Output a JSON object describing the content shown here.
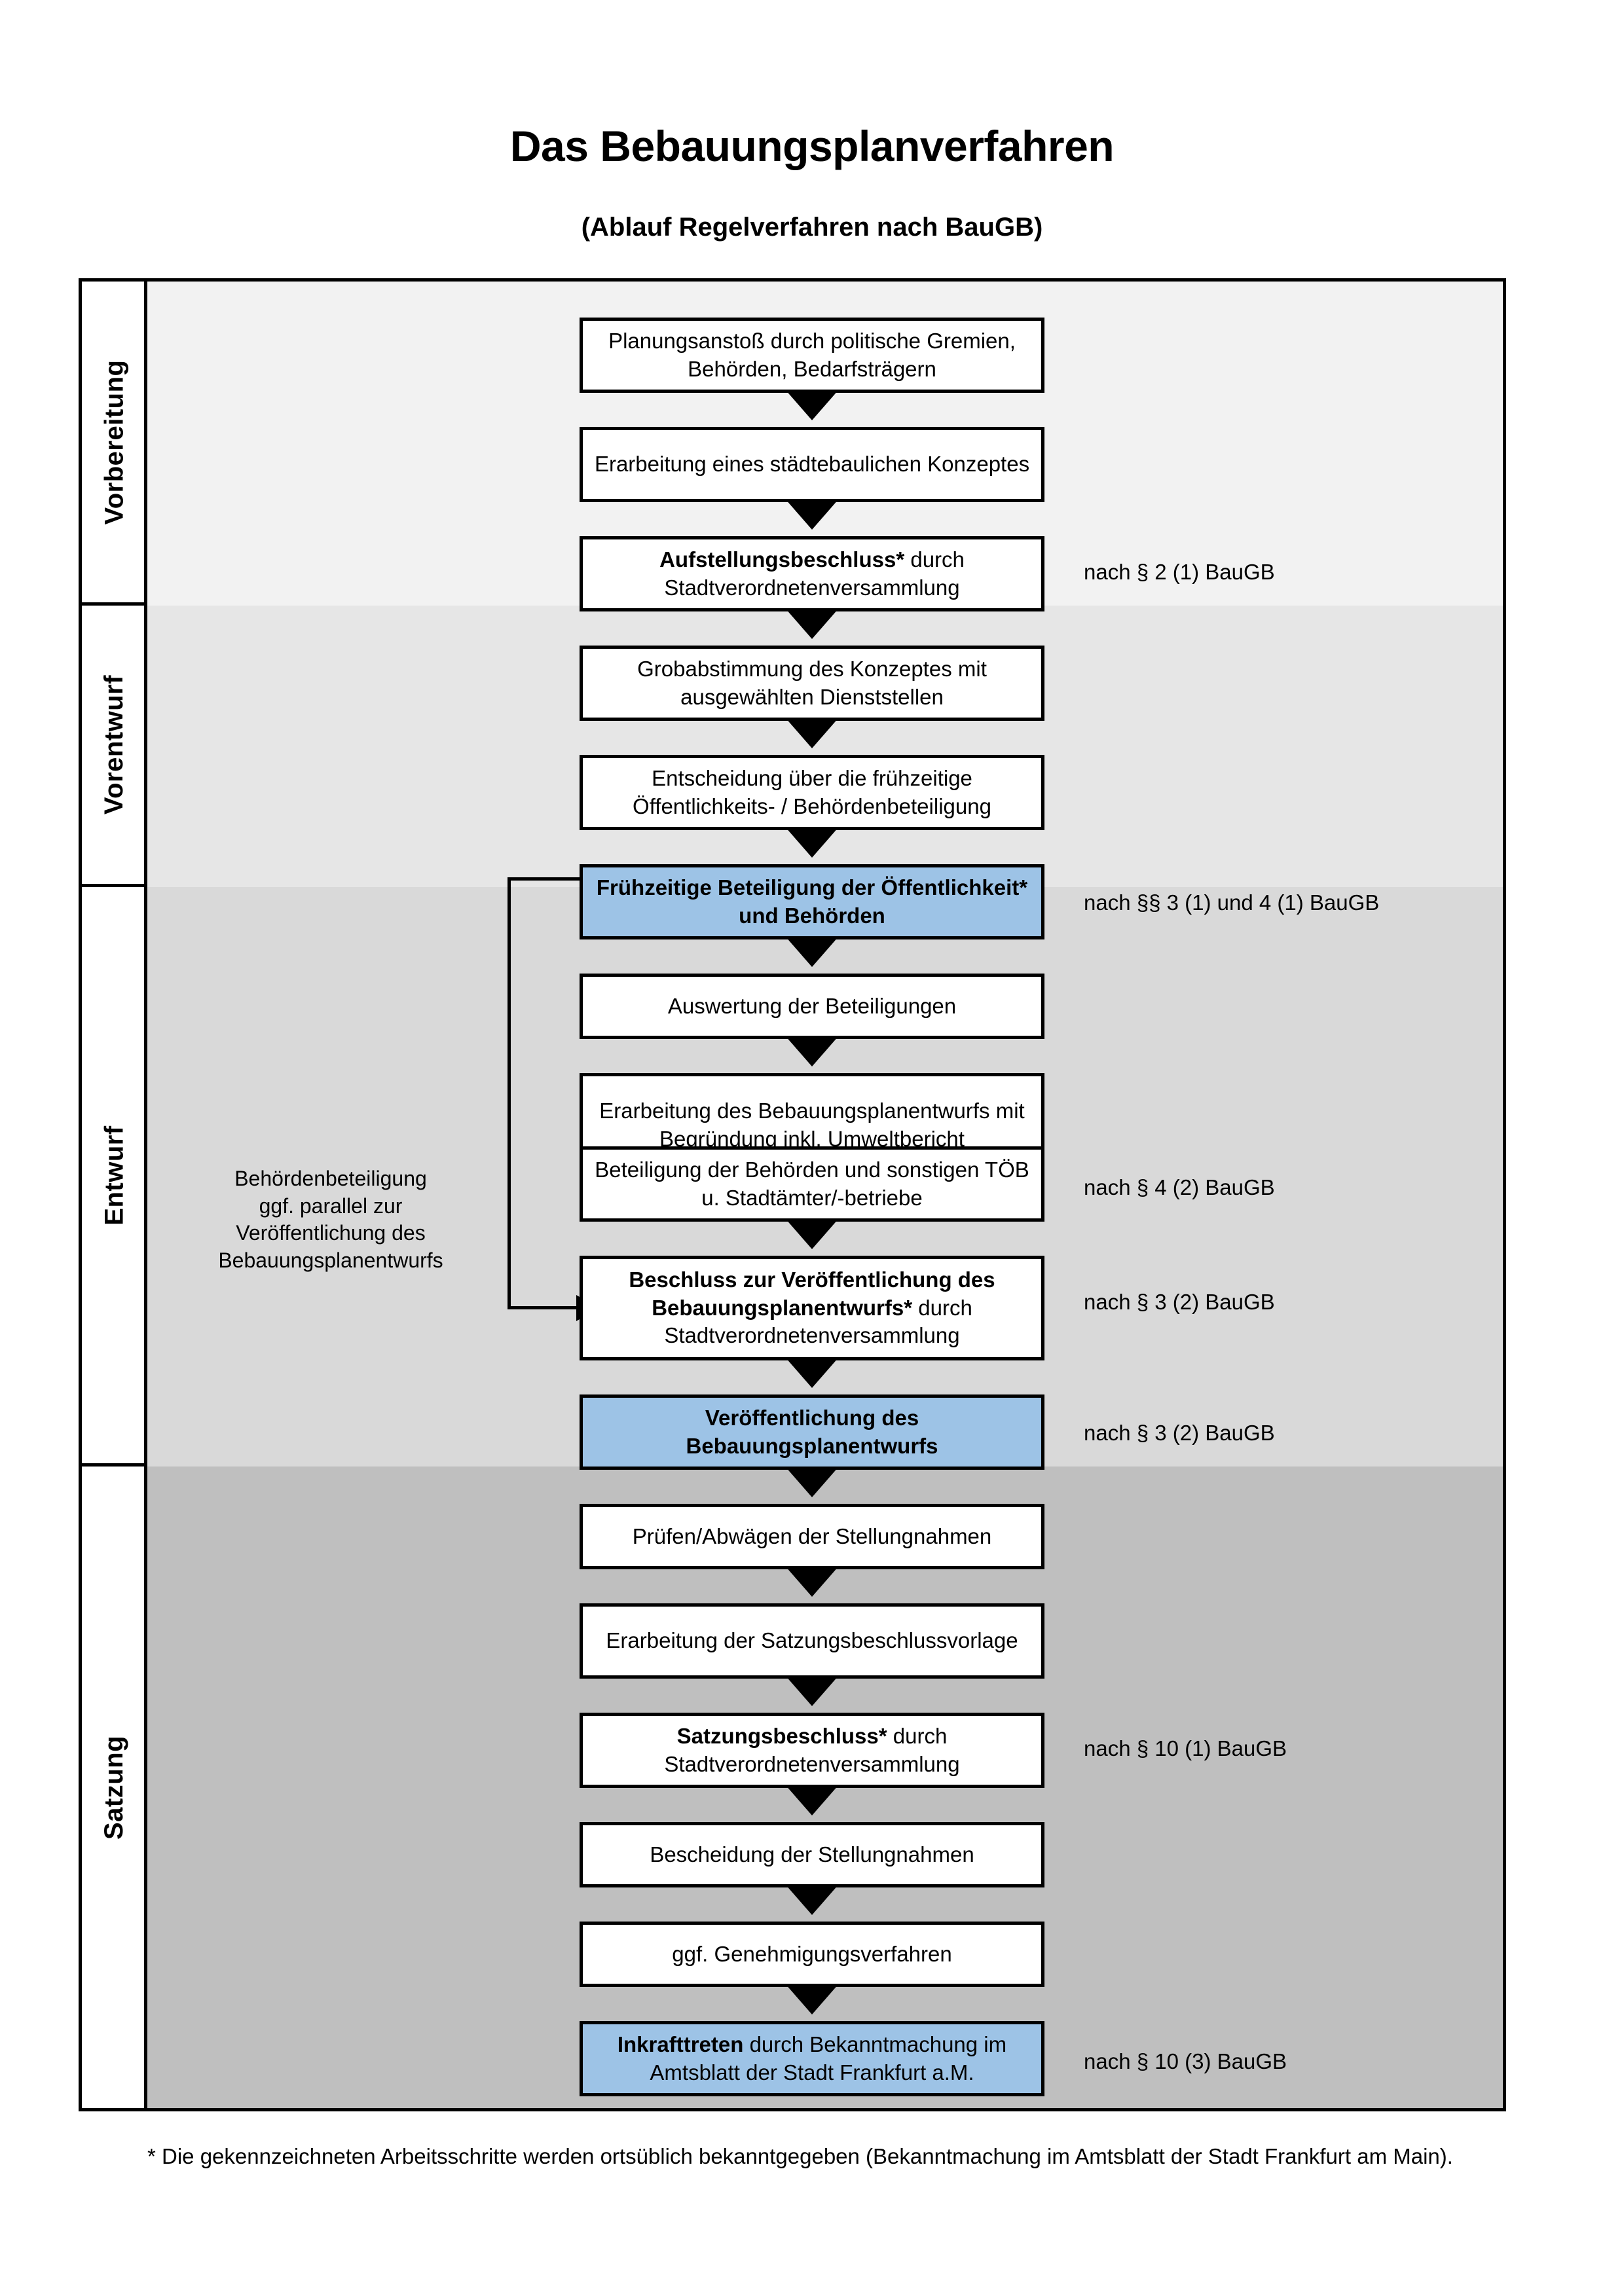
{
  "document": {
    "title": "Das Bebauungsplanverfahren",
    "subtitle": "(Ablauf Regelverfahren nach BauGB)",
    "footnote": "* Die gekennzeichneten Arbeitsschritte werden ortsüblich bekanntgegeben (Bekanntmachung im Amtsblatt  der Stadt Frankfurt am Main)."
  },
  "colors": {
    "band_vorbereitung": "#F2F2F2",
    "band_vorentwurf": "#E6E6E6",
    "band_entwurf": "#D9D9D9",
    "band_satzung": "#BFBFBF",
    "highlight_box": "#9DC3E6",
    "outline": "#000000"
  },
  "phases": [
    {
      "label": "Vorbereitung",
      "color": "#F2F2F2"
    },
    {
      "label": "Vorentwurf",
      "color": "#E6E6E6"
    },
    {
      "label": "Entwurf",
      "color": "#D9D9D9"
    },
    {
      "label": "Satzung",
      "color": "#BFBFBF"
    }
  ],
  "steps": [
    {
      "id": 1,
      "phase": "Vorbereitung",
      "text": "Planungsanstoß durch politische Gremien, Behörden, Bedarfsträgern",
      "bold_prefix": "",
      "highlight": false
    },
    {
      "id": 2,
      "phase": "Vorbereitung",
      "text": "Erarbeitung eines städtebaulichen Konzeptes",
      "bold_prefix": "",
      "highlight": false
    },
    {
      "id": 3,
      "phase": "Vorbereitung",
      "text": "Aufstellungsbeschluss* durch Stadtverordnetenversammlung",
      "bold_prefix": "Aufstellungsbeschluss*",
      "highlight": false
    },
    {
      "id": 4,
      "phase": "Vorentwurf",
      "text": "Grobabstimmung des Konzeptes mit ausgewählten Dienststellen",
      "bold_prefix": "",
      "highlight": false
    },
    {
      "id": 5,
      "phase": "Vorentwurf",
      "text": "Entscheidung über die frühzeitige Öffentlichkeits- / Behördenbeteiligung",
      "bold_prefix": "",
      "highlight": false
    },
    {
      "id": 6,
      "phase": "Vorentwurf",
      "text": "Frühzeitige Beteiligung der Öffentlichkeit* und Behörden",
      "bold_prefix": "ALL",
      "highlight": true
    },
    {
      "id": 7,
      "phase": "Entwurf",
      "text": "Auswertung der Beteiligungen",
      "bold_prefix": "",
      "highlight": false
    },
    {
      "id": 8,
      "phase": "Entwurf",
      "text": "Erarbeitung des Bebauungsplanentwurfs mit Begründung inkl. Umweltbericht",
      "bold_prefix": "",
      "highlight": false
    },
    {
      "id": 9,
      "phase": "Entwurf",
      "text": "Beteiligung der Behörden und sonstigen TÖB u. Stadtämter/-betriebe",
      "bold_prefix": "",
      "highlight": false
    },
    {
      "id": 10,
      "phase": "Entwurf",
      "text": "Beschluss zur Veröffentlichung des Bebauungsplanentwurfs* durch Stadtverordnetenversammlung",
      "bold_prefix": "Beschluss zur Veröffentlichung des Bebauungsplanentwurfs*",
      "highlight": false
    },
    {
      "id": 11,
      "phase": "Entwurf",
      "text": "Veröffentlichung des Bebauungsplanentwurfs",
      "bold_prefix": "ALL",
      "highlight": true
    },
    {
      "id": 12,
      "phase": "Satzung",
      "text": "Prüfen/Abwägen der Stellungnahmen",
      "bold_prefix": "",
      "highlight": false
    },
    {
      "id": 13,
      "phase": "Satzung",
      "text": "Erarbeitung der Satzungsbeschlussvorlage",
      "bold_prefix": "",
      "highlight": false
    },
    {
      "id": 14,
      "phase": "Satzung",
      "text": "Satzungsbeschluss* durch Stadtverordnetenversammlung",
      "bold_prefix": "Satzungsbeschluss*",
      "highlight": false
    },
    {
      "id": 15,
      "phase": "Satzung",
      "text": "Bescheidung der Stellungnahmen",
      "bold_prefix": "",
      "highlight": false
    },
    {
      "id": 16,
      "phase": "Satzung",
      "text": "ggf. Genehmigungsverfahren",
      "bold_prefix": "",
      "highlight": false
    },
    {
      "id": 17,
      "phase": "Satzung",
      "text": "Inkrafttreten durch Bekanntmachung im Amtsblatt der Stadt Frankfurt a.M.",
      "bold_prefix": "Inkrafttreten",
      "highlight": true
    }
  ],
  "references": [
    {
      "text": "nach § 2 (1) BauGB",
      "for_step": 3
    },
    {
      "text": "nach §§ 3 (1) und 4 (1) BauGB",
      "for_step": 6
    },
    {
      "text": "nach § 4 (2) BauGB",
      "for_step": 9
    },
    {
      "text": "nach § 3 (2) BauGB",
      "for_step": 10
    },
    {
      "text": "nach § 3 (2) BauGB",
      "for_step": 11
    },
    {
      "text": "nach § 10 (1) BauGB",
      "for_step": 14
    },
    {
      "text": "nach § 10 (3) BauGB",
      "for_step": 17
    }
  ],
  "side_note": {
    "text": "Behördenbeteiligung\nggf. parallel zur\nVeröffentlichung des\nBebauungsplanentwurfs",
    "phase": "Entwurf"
  }
}
